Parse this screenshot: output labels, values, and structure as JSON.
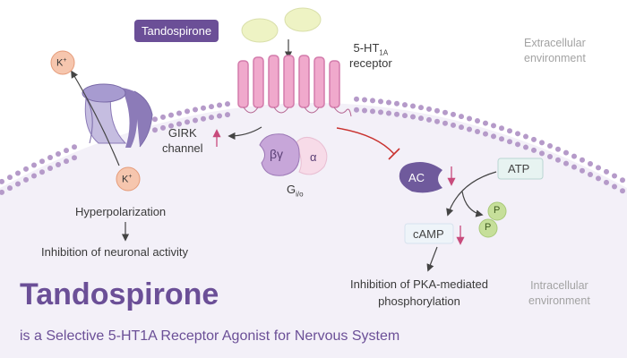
{
  "drug_label": "Tandospirone",
  "receptor_label": {
    "main": "5-HT",
    "sub": "1A",
    "line2": "receptor"
  },
  "extracellular_label": [
    "Extracellular",
    "environment"
  ],
  "intracellular_label": [
    "Intracellular",
    "environment"
  ],
  "girk_label": [
    "GIRK",
    "channel"
  ],
  "gprotein": {
    "beta_gamma": "βγ",
    "alpha": "α",
    "name": "G",
    "name_sub": "i/o"
  },
  "k_ion": {
    "base": "K",
    "sup": "+"
  },
  "ac_label": "AC",
  "atp_label": "ATP",
  "camp_label": "cAMP",
  "p_label": "P",
  "hyperpolarization": "Hyperpolarization",
  "neuronal_inhibition": "Inhibition of neuronal activity",
  "pka_inhibition": [
    "Inhibition of PKA-mediated",
    "phosphorylation"
  ],
  "title": "Tandospirone",
  "subtitle": "is a Selective 5-HT1A Receptor Agonist for Nervous System",
  "colors": {
    "purple": "#6b4f97",
    "membrane_dot": "#b59ac9",
    "cell_fill": "#f3f0f8",
    "receptor_pink": "#d37bab",
    "receptor_fill": "#f0a9cc",
    "ligand": "#eef3c4",
    "k_fill": "#f6c6ae",
    "channel_purple": "#8c7bb8",
    "ac_purple": "#6f5a9c",
    "atp_fill": "#e7f3f1",
    "p_fill": "#c6df9a",
    "red_inhibit": "#c9322f"
  }
}
